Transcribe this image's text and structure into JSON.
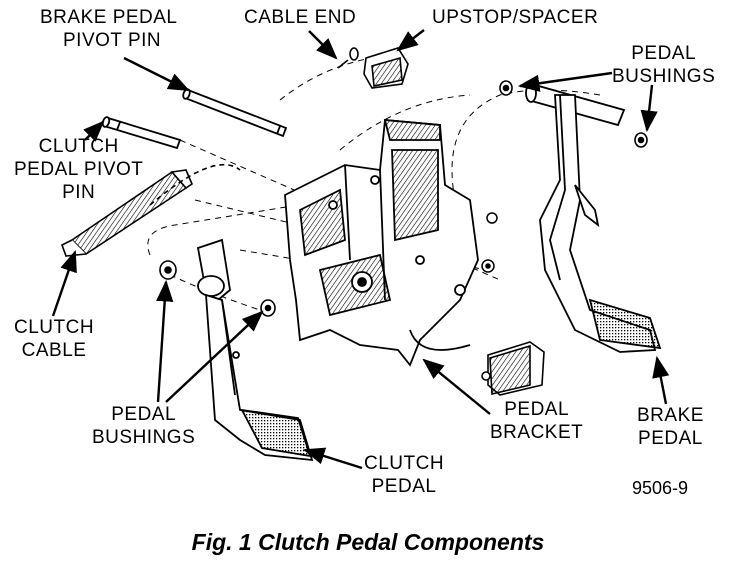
{
  "labels": {
    "brake_pedal_pivot_pin": [
      "BRAKE PEDAL",
      "PIVOT PIN"
    ],
    "cable_end": "CABLE END",
    "upstop_spacer": "UPSTOP/SPACER",
    "pedal_bushings_top": [
      "PEDAL",
      "BUSHINGS"
    ],
    "clutch_pedal_pivot_pin": [
      "CLUTCH",
      "PEDAL PIVOT",
      "PIN"
    ],
    "clutch_cable": [
      "CLUTCH",
      "CABLE"
    ],
    "pedal_bushings_bottom": [
      "PEDAL",
      "BUSHINGS"
    ],
    "pedal_bracket": [
      "PEDAL",
      "BRACKET"
    ],
    "brake_pedal": [
      "BRAKE",
      "PEDAL"
    ],
    "clutch_pedal": [
      "CLUTCH",
      "PEDAL"
    ]
  },
  "figure_number": "9506-9",
  "caption": "Fig. 1 Clutch Pedal Components"
}
